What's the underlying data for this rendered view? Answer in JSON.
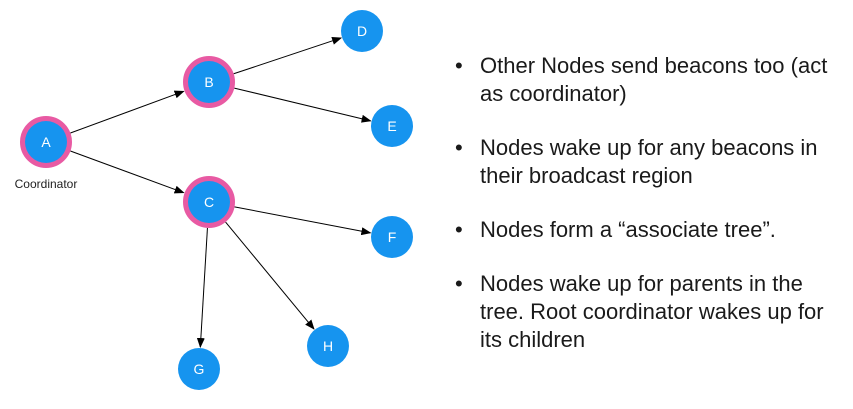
{
  "colors": {
    "node_fill": "#1694ef",
    "coordinator_ring": "#e85aa3",
    "edge": "#000000",
    "text": "#1a1a1a"
  },
  "diagram": {
    "nodes": [
      {
        "id": "A",
        "label": "A",
        "coordinator": true
      },
      {
        "id": "B",
        "label": "B",
        "coordinator": true
      },
      {
        "id": "C",
        "label": "C",
        "coordinator": true
      },
      {
        "id": "D",
        "label": "D",
        "coordinator": false
      },
      {
        "id": "E",
        "label": "E",
        "coordinator": false
      },
      {
        "id": "F",
        "label": "F",
        "coordinator": false
      },
      {
        "id": "G",
        "label": "G",
        "coordinator": false
      },
      {
        "id": "H",
        "label": "H",
        "coordinator": false
      }
    ],
    "edges": [
      {
        "from": "A",
        "to": "B"
      },
      {
        "from": "A",
        "to": "C"
      },
      {
        "from": "B",
        "to": "D"
      },
      {
        "from": "B",
        "to": "E"
      },
      {
        "from": "C",
        "to": "F"
      },
      {
        "from": "C",
        "to": "G"
      },
      {
        "from": "C",
        "to": "H"
      }
    ],
    "caption": "Coordinator"
  },
  "bullets": {
    "marker": "•",
    "items": [
      "Other Nodes send beacons too (act as coordinator)",
      "Nodes wake up for any beacons in their broadcast region",
      "Nodes form a “associate tree”.",
      "Nodes wake up for parents in the tree. Root coordinator wakes up for its children"
    ]
  }
}
